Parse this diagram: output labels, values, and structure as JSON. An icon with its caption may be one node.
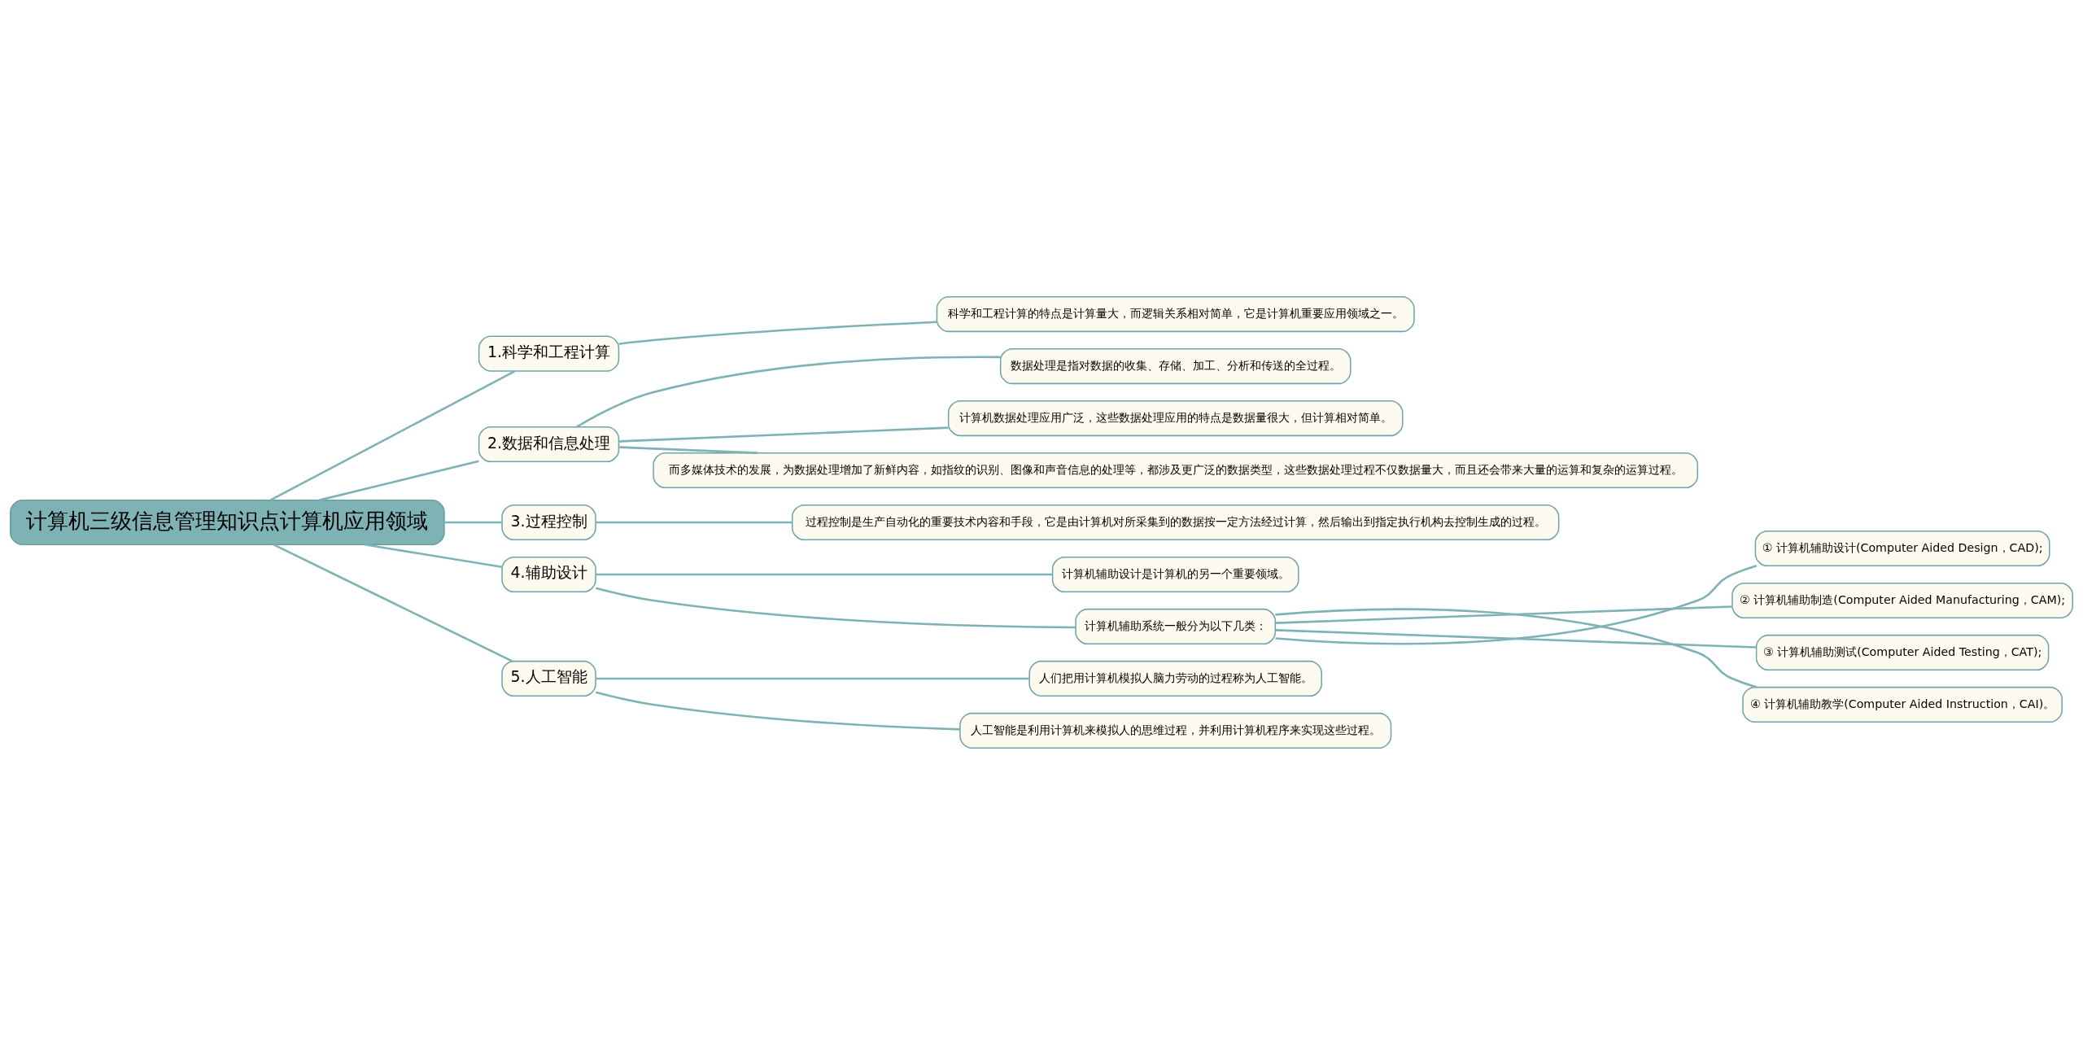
{
  "diagram": {
    "nodes": [
      {
        "text": [
          "计算机三级信息管理知识点计算机应用领域"
        ]
      },
      {
        "text": [
          "1.科学和工程计算"
        ]
      },
      {
        "text": [
          "科学和工程计算的特点是计算量大，而逻辑关系相对简单，它是计算机重要应用领域之一。"
        ]
      },
      {
        "text": [
          "2.数据和信息处理"
        ]
      },
      {
        "text": [
          "数据处理是指对数据的收集、存储、加工、分析和传送的全过程。"
        ]
      },
      {
        "text": [
          "计算机数据处理应用广泛，这些数据处理应用的特点是数据量很大，但计算相对简单。"
        ]
      },
      {
        "text": [
          "而多媒体技术的发展，为数据处理增加了新鲜内容，如指纹的识别、图像和声音信息的处理等，都涉及更广泛的数据类型，这些数据处理过程不仅数据量大，而且还会带来大量的运算和复杂的运算过程。"
        ]
      },
      {
        "text": [
          "3.过程控制"
        ]
      },
      {
        "text": [
          "过程控制是生产自动化的重要技术内容和手段，它是由计算机对所采集到的数据按一定方法经过计算，然后输出到指定执行机构去控制生成的过程。"
        ]
      },
      {
        "text": [
          "4.辅助设计"
        ]
      },
      {
        "text": [
          "计算机辅助设计是计算机的另一个重要领域。"
        ]
      },
      {
        "text": [
          "计算机辅助系统一般分为以下几类："
        ]
      },
      {
        "text": [
          "① 计算机辅助设计(Computer Aided Design，CAD);"
        ]
      },
      {
        "text": [
          "② 计算机辅助制造(Computer Aided Manufacturing，CAM);"
        ]
      },
      {
        "text": [
          "③ 计算机辅助测试(Computer Aided Testing，CAT);"
        ]
      },
      {
        "text": [
          "④ 计算机辅助教学(Computer Aided Instruction，CAI)。"
        ]
      },
      {
        "text": [
          "5.人工智能"
        ]
      },
      {
        "text": [
          "人们把用计算机模拟人脑力劳动的过程称为人工智能。"
        ]
      },
      {
        "text": [
          "人工智能是利用计算机来模拟人的思维过程，并利用计算机程序来实现这些过程。"
        ]
      }
    ],
    "edges": [
      {
        "from": 0,
        "to": 1,
        "arrow": "none"
      },
      {
        "from": 1,
        "to": 2,
        "arrow": "none"
      },
      {
        "from": 0,
        "to": 3,
        "arrow": "none"
      },
      {
        "from": 3,
        "to": 4,
        "arrow": "none"
      },
      {
        "from": 3,
        "to": 5,
        "arrow": "none"
      },
      {
        "from": 3,
        "to": 6,
        "arrow": "none"
      },
      {
        "from": 0,
        "to": 7,
        "arrow": "none"
      },
      {
        "from": 7,
        "to": 8,
        "arrow": "none"
      },
      {
        "from": 0,
        "to": 9,
        "arrow": "none"
      },
      {
        "from": 9,
        "to": 10,
        "arrow": "none"
      },
      {
        "from": 9,
        "to": 11,
        "arrow": "none"
      },
      {
        "from": 11,
        "to": 12,
        "arrow": "none"
      },
      {
        "from": 11,
        "to": 13,
        "arrow": "none"
      },
      {
        "from": 11,
        "to": 14,
        "arrow": "none"
      },
      {
        "from": 11,
        "to": 15,
        "arrow": "none"
      },
      {
        "from": 0,
        "to": 16,
        "arrow": "none"
      },
      {
        "from": 16,
        "to": 17,
        "arrow": "none"
      },
      {
        "from": 16,
        "to": 18,
        "arrow": "none"
      }
    ]
  }
}
